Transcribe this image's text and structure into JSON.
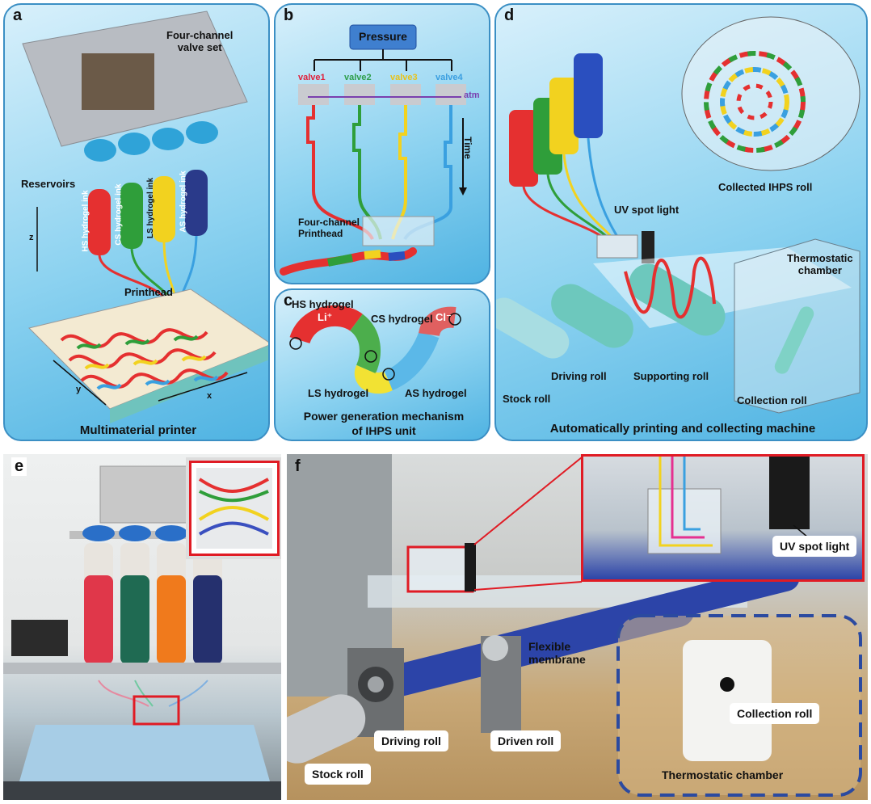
{
  "panels": {
    "a": {
      "letter": "a",
      "valve_set": "Four-channel\nvalve set",
      "reservoirs": "Reservoirs",
      "inks": [
        "HS hydrogel ink",
        "CS hydrogel ink",
        "LS hydrogel ink",
        "AS hydrogel ink"
      ],
      "printhead": "Printhead",
      "axis_x": "x",
      "axis_y": "y",
      "axis_z": "z",
      "caption": "Multimaterial printer"
    },
    "b": {
      "letter": "b",
      "pressure": "Pressure",
      "valves": [
        "valve1",
        "valve2",
        "valve3",
        "valve4"
      ],
      "atm": "atm",
      "time": "Time",
      "printhead": "Four-channel\nPrinthead"
    },
    "c": {
      "letter": "c",
      "hs": "HS hydrogel",
      "cs": "CS hydrogel",
      "ls": "LS hydrogel",
      "as": "AS hydrogel",
      "li": "Li⁺",
      "cl": "Cl⁻",
      "caption_line1": "Power generation mechanism",
      "caption_line2": "of IHPS unit"
    },
    "d": {
      "letter": "d",
      "collected": "Collected IHPS roll",
      "uv": "UV spot light",
      "chamber": "Thermostatic\nchamber",
      "stock": "Stock roll",
      "driving": "Driving roll",
      "supporting": "Supporting roll",
      "collection": "Collection roll",
      "caption": "Automatically printing and collecting machine"
    },
    "e": {
      "letter": "e"
    },
    "f": {
      "letter": "f",
      "uv": "UV spot light",
      "flexible": "Flexible\nmembrane",
      "collection": "Collection roll",
      "driving": "Driving roll",
      "driven": "Driven roll",
      "stock": "Stock roll",
      "chamber": "Thermostatic chamber"
    }
  },
  "colors": {
    "hs": "#e53030",
    "cs": "#2f9e3a",
    "ls": "#f2d21f",
    "as": "#3aa0e0",
    "valve_text": [
      "#e0203a",
      "#2e9e4a",
      "#e8c21a",
      "#3a9ee0"
    ]
  }
}
